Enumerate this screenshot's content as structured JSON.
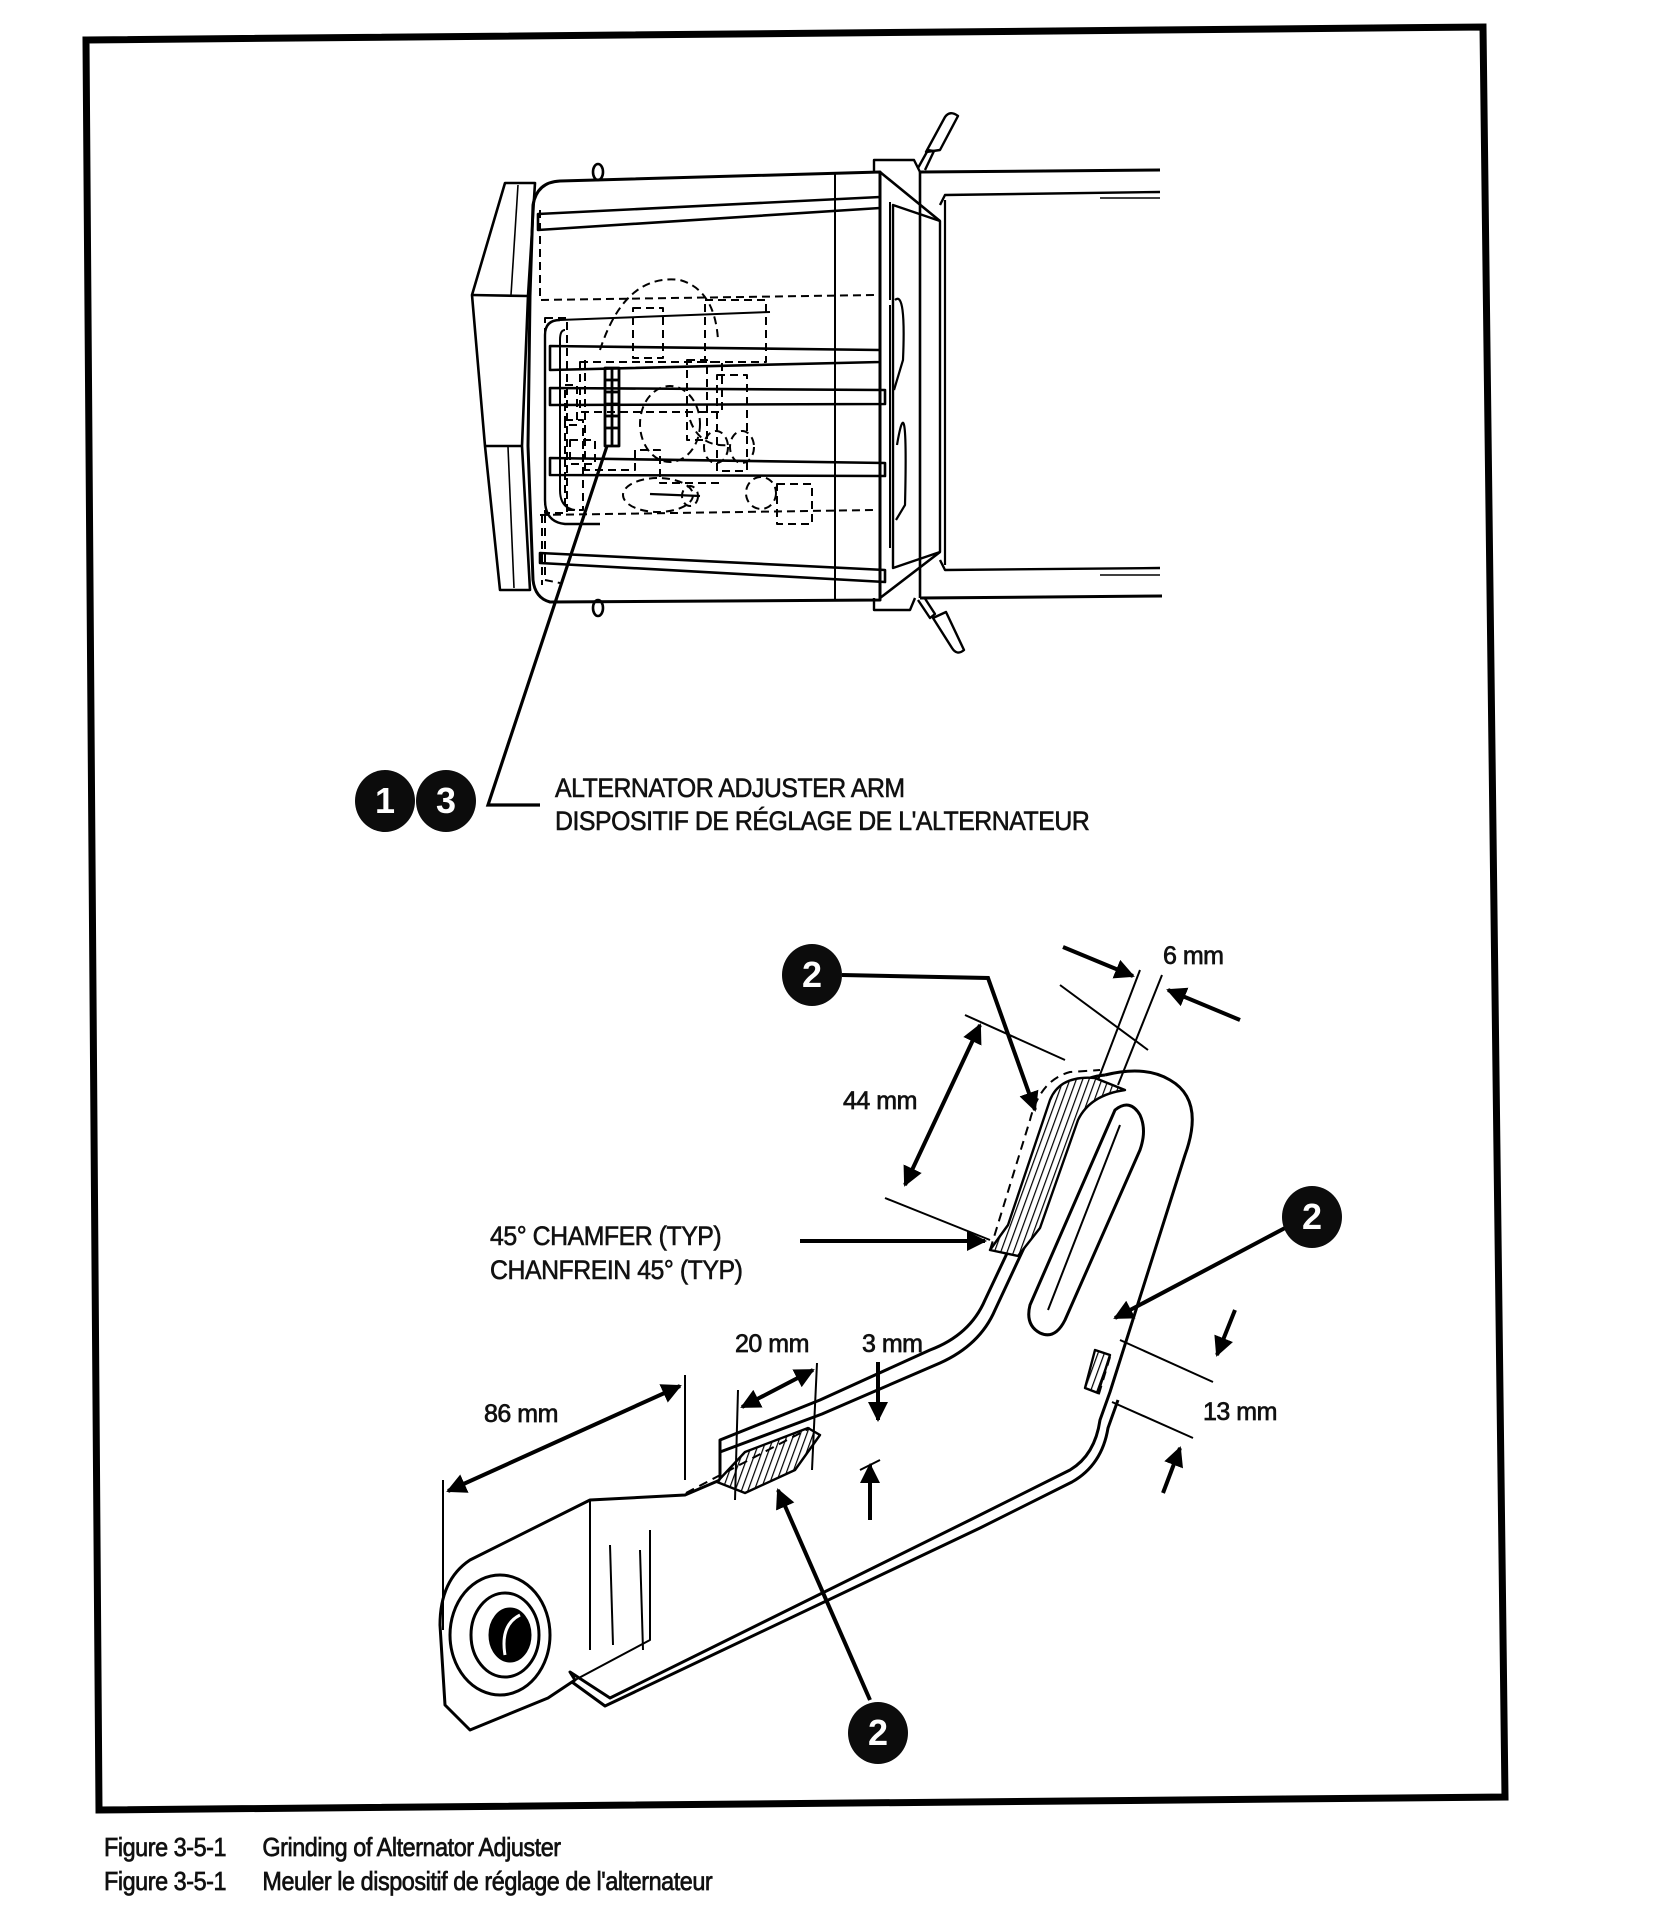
{
  "figure": {
    "caption_en": {
      "number": "Figure 3-5-1",
      "title": "Grinding of Alternator Adjuster"
    },
    "caption_fr": {
      "number": "Figure 3-5-1",
      "title": "Meuler le dispositif de réglage de l'alternateur"
    }
  },
  "top_view": {
    "callout_numbers": [
      "1",
      "3"
    ],
    "label_en": "ALTERNATOR ADJUSTER ARM",
    "label_fr": "DISPOSITIF DE RÉGLAGE DE L'ALTERNATEUR"
  },
  "detail_view": {
    "callouts": [
      {
        "id": "callout-top",
        "number": "2"
      },
      {
        "id": "callout-right",
        "number": "2"
      },
      {
        "id": "callout-bottom",
        "number": "2"
      }
    ],
    "chamfer_en": "45° CHAMFER (TYP)",
    "chamfer_fr": "CHANFREIN 45° (TYP)",
    "dimensions": {
      "slot_width": "6 mm",
      "grind_length_upper": "44 mm",
      "grind_length_lower": "20 mm",
      "grind_depth": "3 mm",
      "offset_from_end": "86 mm",
      "grind_length_right": "13 mm"
    }
  },
  "colors": {
    "ink": "#111111",
    "paper": "#ffffff"
  }
}
